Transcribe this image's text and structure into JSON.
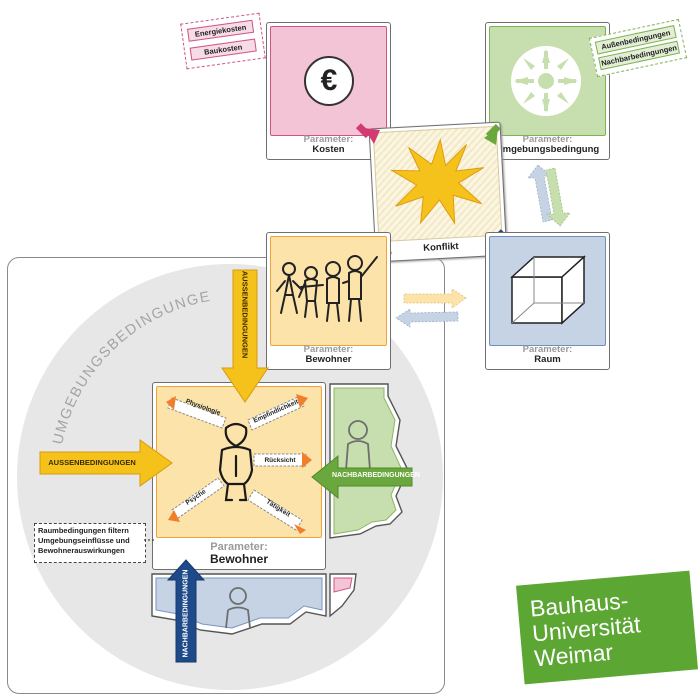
{
  "cards": {
    "kosten": {
      "param": "Parameter:",
      "name": "Kosten"
    },
    "umgebung": {
      "param": "Parameter:",
      "name": "Umgebungsbedingung"
    },
    "konflikt": {
      "name": "Konflikt"
    },
    "bewohner_small": {
      "param": "Parameter:",
      "name": "Bewohner"
    },
    "raum": {
      "param": "Parameter:",
      "name": "Raum"
    },
    "bewohner_large": {
      "param": "Parameter:",
      "name": "Bewohner"
    }
  },
  "tags": {
    "energiekosten": "Energiekosten",
    "baukosten": "Baukosten",
    "aussenbedingungen_small": "Außenbedingungen",
    "nachbarbedingungen_small": "Nachbarbedingungen"
  },
  "circle_label": "UMGEBUNGSBEDINGUNGEN",
  "arrows": {
    "aussen_top": "AUSSENBEDINGUNGEN",
    "aussen_left": "AUSSENBEDINGUNGEN",
    "nachbar_right": "NACHBARBEDINGUNGEN",
    "nachbar_bottom": "NACHBARBEDINGUNGEN"
  },
  "inner_labels": {
    "physiologie": "Physiologie",
    "empfindlichkeit": "Empfindlichkeit",
    "psyche": "Psyche",
    "ruecksicht": "Rücksicht",
    "taetigkeit": "Tätigkeit"
  },
  "note": {
    "line1": "Raumbedingungen filtern",
    "line2": "Umgebungseinflüsse und",
    "line3": "Bewohnerauswirkungen"
  },
  "euro_symbol": "€",
  "logo": {
    "line1": "Bauhaus-",
    "line2": "Universität",
    "line3": "Weimar"
  },
  "colors": {
    "pink": "#f3c4d6",
    "green": "#c7dfae",
    "yellow": "#fbe3aa",
    "blue": "#c6d3e5",
    "orange": "#f6a23b",
    "amber": "#f5c21b",
    "logo_green": "#5ca633"
  }
}
